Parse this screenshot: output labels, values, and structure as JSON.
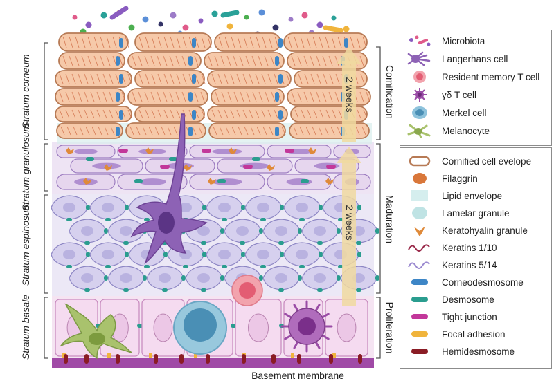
{
  "layers": {
    "corneum": "Stratum corneum",
    "granulosum": "Stratum granulosum",
    "spinosum": "Stratum espinosum",
    "basale": "Stratum basale"
  },
  "stages": {
    "cornification": "Cornification",
    "maduration": "Maduration",
    "proliferation": "Proliferation"
  },
  "time_upper": "2 weeks",
  "time_lower": "2 weeks",
  "basement": "Basement membrane",
  "legend_cells": [
    {
      "label": "Microbiota",
      "icon": "microbiota-icon"
    },
    {
      "label": "Langerhans cell",
      "icon": "langerhans-cell-icon"
    },
    {
      "label": "Resident memory T cell",
      "icon": "memory-t-cell-icon"
    },
    {
      "label": "γδ T cell",
      "icon": "gamma-delta-t-cell-icon"
    },
    {
      "label": "Merkel cell",
      "icon": "merkel-cell-icon"
    },
    {
      "label": "Melanocyte",
      "icon": "melanocyte-icon"
    }
  ],
  "legend_structures": [
    {
      "label": "Cornified cell evelope",
      "icon": "cornified-envelope-icon"
    },
    {
      "label": "Filaggrin",
      "icon": "filaggrin-icon"
    },
    {
      "label": "Lipid envelope",
      "icon": "lipid-envelope-icon"
    },
    {
      "label": "Lamelar granule",
      "icon": "lamellar-granule-icon"
    },
    {
      "label": "Keratohyalin granule",
      "icon": "keratohyalin-granule-icon"
    },
    {
      "label": "Keratins 1/10",
      "icon": "keratins-1-10-icon"
    },
    {
      "label": "Keratins 5/14",
      "icon": "keratins-5-14-icon"
    },
    {
      "label": "Corneodesmosome",
      "icon": "corneodesmosome-icon"
    },
    {
      "label": "Desmosome",
      "icon": "desmosome-icon"
    },
    {
      "label": "Tight junction",
      "icon": "tight-junction-icon"
    },
    {
      "label": "Focal adhesion",
      "icon": "focal-adhesion-icon"
    },
    {
      "label": "Hemidesmosome",
      "icon": "hemidesmosome-icon"
    }
  ],
  "colors": {
    "corneocyte_fill": "#f6c9a9",
    "corneocyte_stroke": "#b77a55",
    "granular_fill": "#e7daf0",
    "spinous_fill": "#d9d4ee",
    "basal_fill": "#f1d1ec",
    "corneodesmosome": "#3d86c6",
    "desmosome": "#2a9d8f",
    "tight_junction": "#c2379a",
    "focal_adhesion": "#f0b43c",
    "hemidesmosome": "#8a1c25",
    "basement": "#a04aa6",
    "arrow": "#f0d9a0",
    "filaggrin": "#d9773a",
    "lipid": "#d5eeee",
    "lamellar": "#bfe3e4",
    "keratohyalin": "#df8a3a",
    "langerhans": "#8d62b5",
    "memory_t": "#f2a3ad",
    "gd_t": "#9a4ca6",
    "merkel": "#8ec3dc",
    "melanocyte": "#a9c26d"
  }
}
